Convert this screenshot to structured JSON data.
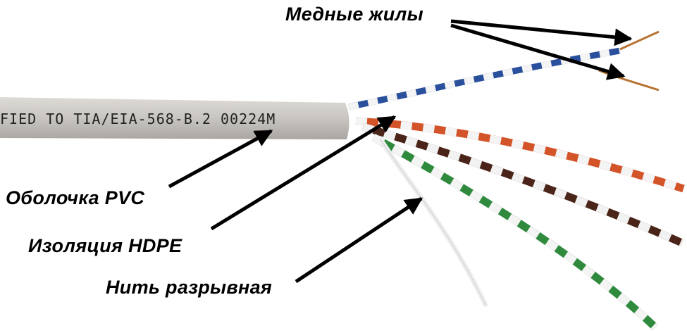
{
  "labels": {
    "copper": "Медные жилы",
    "sheath": "Оболочка PVC",
    "insulation": "Изоляция HDPE",
    "ripcord": "Нить разрывная"
  },
  "cable_print": "FIED TO TIA/EIA-568-B.2 00224M",
  "colors": {
    "sheath": "#c9c6c1",
    "blue": "#2a4f9c",
    "orange": "#d4542a",
    "brown": "#4a2418",
    "green": "#2f8a3e",
    "copper": "#b87333"
  }
}
